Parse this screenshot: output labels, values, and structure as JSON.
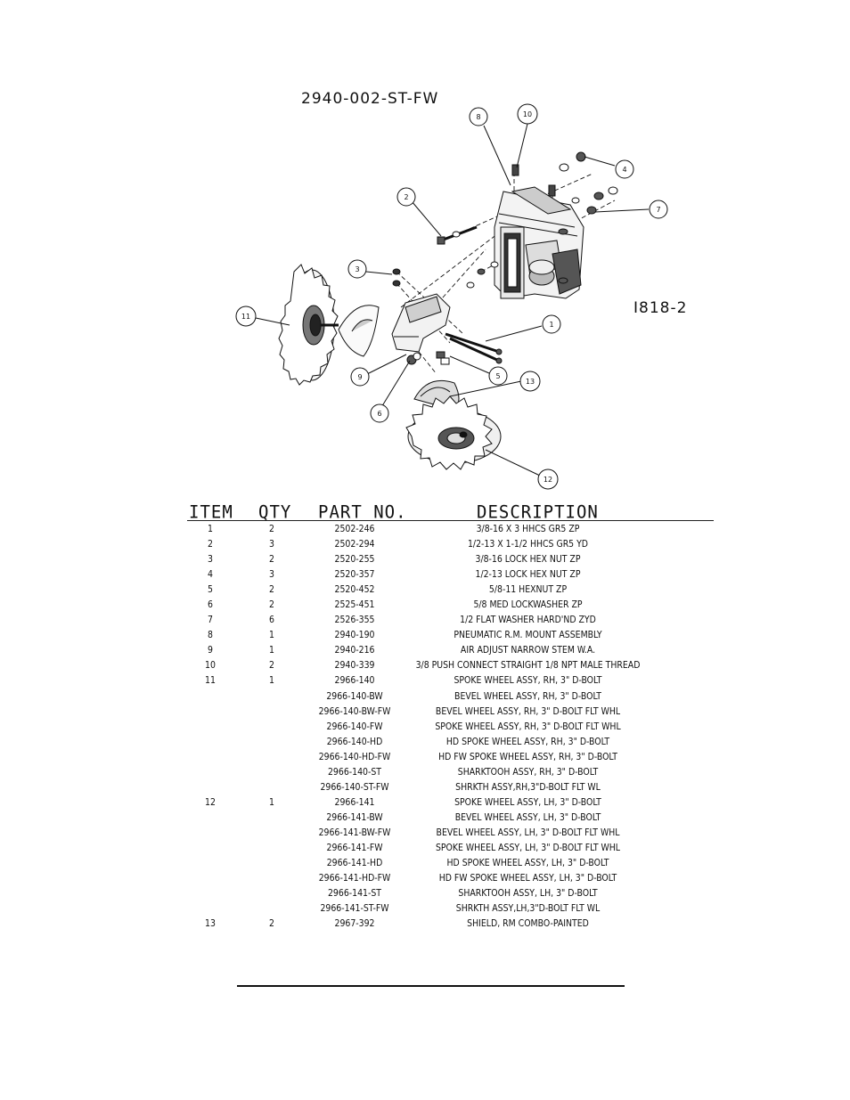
{
  "assembly_number": "2940-002-ST-FW",
  "figure_number": "I818-2",
  "callouts": [
    "1",
    "2",
    "3",
    "4",
    "5",
    "6",
    "7",
    "8",
    "9",
    "10",
    "11",
    "12",
    "13"
  ],
  "table": {
    "headers": {
      "item": "ITEM",
      "qty": "QTY",
      "part_no": "PART NO.",
      "description": "DESCRIPTION"
    },
    "rows": [
      {
        "item": "1",
        "qty": "2",
        "part": "2502-246",
        "desc": "3/8-16 X 3 HHCS GR5 ZP"
      },
      {
        "item": "2",
        "qty": "3",
        "part": "2502-294",
        "desc": "1/2-13 X 1-1/2 HHCS GR5 YD"
      },
      {
        "item": "3",
        "qty": "2",
        "part": "2520-255",
        "desc": "3/8-16 LOCK HEX NUT ZP"
      },
      {
        "item": "4",
        "qty": "3",
        "part": "2520-357",
        "desc": "1/2-13 LOCK HEX NUT ZP"
      },
      {
        "item": "5",
        "qty": "2",
        "part": "2520-452",
        "desc": "5/8-11 HEXNUT ZP"
      },
      {
        "item": "6",
        "qty": "2",
        "part": "2525-451",
        "desc": "5/8 MED LOCKWASHER ZP"
      },
      {
        "item": "7",
        "qty": "6",
        "part": "2526-355",
        "desc": "1/2 FLAT WASHER HARD'ND ZYD"
      },
      {
        "item": "8",
        "qty": "1",
        "part": "2940-190",
        "desc": "PNEUMATIC R.M. MOUNT ASSEMBLY"
      },
      {
        "item": "9",
        "qty": "1",
        "part": "2940-216",
        "desc": "AIR ADJUST NARROW STEM W.A."
      },
      {
        "item": "10",
        "qty": "2",
        "part": "2940-339",
        "desc": "3/8 PUSH CONNECT STRAIGHT 1/8 NPT MALE THREAD"
      },
      {
        "item": "11",
        "qty": "1",
        "part": "2966-140",
        "desc": "SPOKE WHEEL ASSY, RH, 3\" D-BOLT"
      },
      {
        "item": "",
        "qty": "",
        "part": "2966-140-BW",
        "desc": "BEVEL WHEEL ASSY, RH, 3\" D-BOLT"
      },
      {
        "item": "",
        "qty": "",
        "part": "2966-140-BW-FW",
        "desc": "BEVEL WHEEL ASSY, RH, 3\" D-BOLT FLT WHL"
      },
      {
        "item": "",
        "qty": "",
        "part": "2966-140-FW",
        "desc": "SPOKE WHEEL ASSY, RH, 3\" D-BOLT FLT WHL"
      },
      {
        "item": "",
        "qty": "",
        "part": "2966-140-HD",
        "desc": "HD SPOKE WHEEL ASSY, RH, 3\" D-BOLT"
      },
      {
        "item": "",
        "qty": "",
        "part": "2966-140-HD-FW",
        "desc": "HD FW SPOKE WHEEL ASSY, RH, 3\" D-BOLT"
      },
      {
        "item": "",
        "qty": "",
        "part": "2966-140-ST",
        "desc": "SHARKTOOH ASSY, RH, 3\" D-BOLT"
      },
      {
        "item": "",
        "qty": "",
        "part": "2966-140-ST-FW",
        "desc": "SHRKTH ASSY,RH,3\"D-BOLT FLT WL"
      },
      {
        "item": "12",
        "qty": "1",
        "part": "2966-141",
        "desc": "SPOKE WHEEL ASSY, LH, 3\" D-BOLT"
      },
      {
        "item": "",
        "qty": "",
        "part": "2966-141-BW",
        "desc": "BEVEL WHEEL ASSY, LH, 3\" D-BOLT"
      },
      {
        "item": "",
        "qty": "",
        "part": "2966-141-BW-FW",
        "desc": "BEVEL WHEEL ASSY, LH, 3\" D-BOLT FLT WHL"
      },
      {
        "item": "",
        "qty": "",
        "part": "2966-141-FW",
        "desc": "SPOKE WHEEL ASSY, LH, 3\" D-BOLT FLT WHL"
      },
      {
        "item": "",
        "qty": "",
        "part": "2966-141-HD",
        "desc": "HD SPOKE WHEEL ASSY, LH, 3\" D-BOLT"
      },
      {
        "item": "",
        "qty": "",
        "part": "2966-141-HD-FW",
        "desc": "HD FW SPOKE WHEEL ASSY, LH, 3\" D-BOLT"
      },
      {
        "item": "",
        "qty": "",
        "part": "2966-141-ST",
        "desc": "SHARKTOOH ASSY, LH, 3\" D-BOLT"
      },
      {
        "item": "",
        "qty": "",
        "part": "2966-141-ST-FW",
        "desc": "SHRKTH ASSY,LH,3\"D-BOLT FLT WL"
      },
      {
        "item": "13",
        "qty": "2",
        "part": "2967-392",
        "desc": "SHIELD, RM COMBO-PAINTED"
      }
    ]
  }
}
